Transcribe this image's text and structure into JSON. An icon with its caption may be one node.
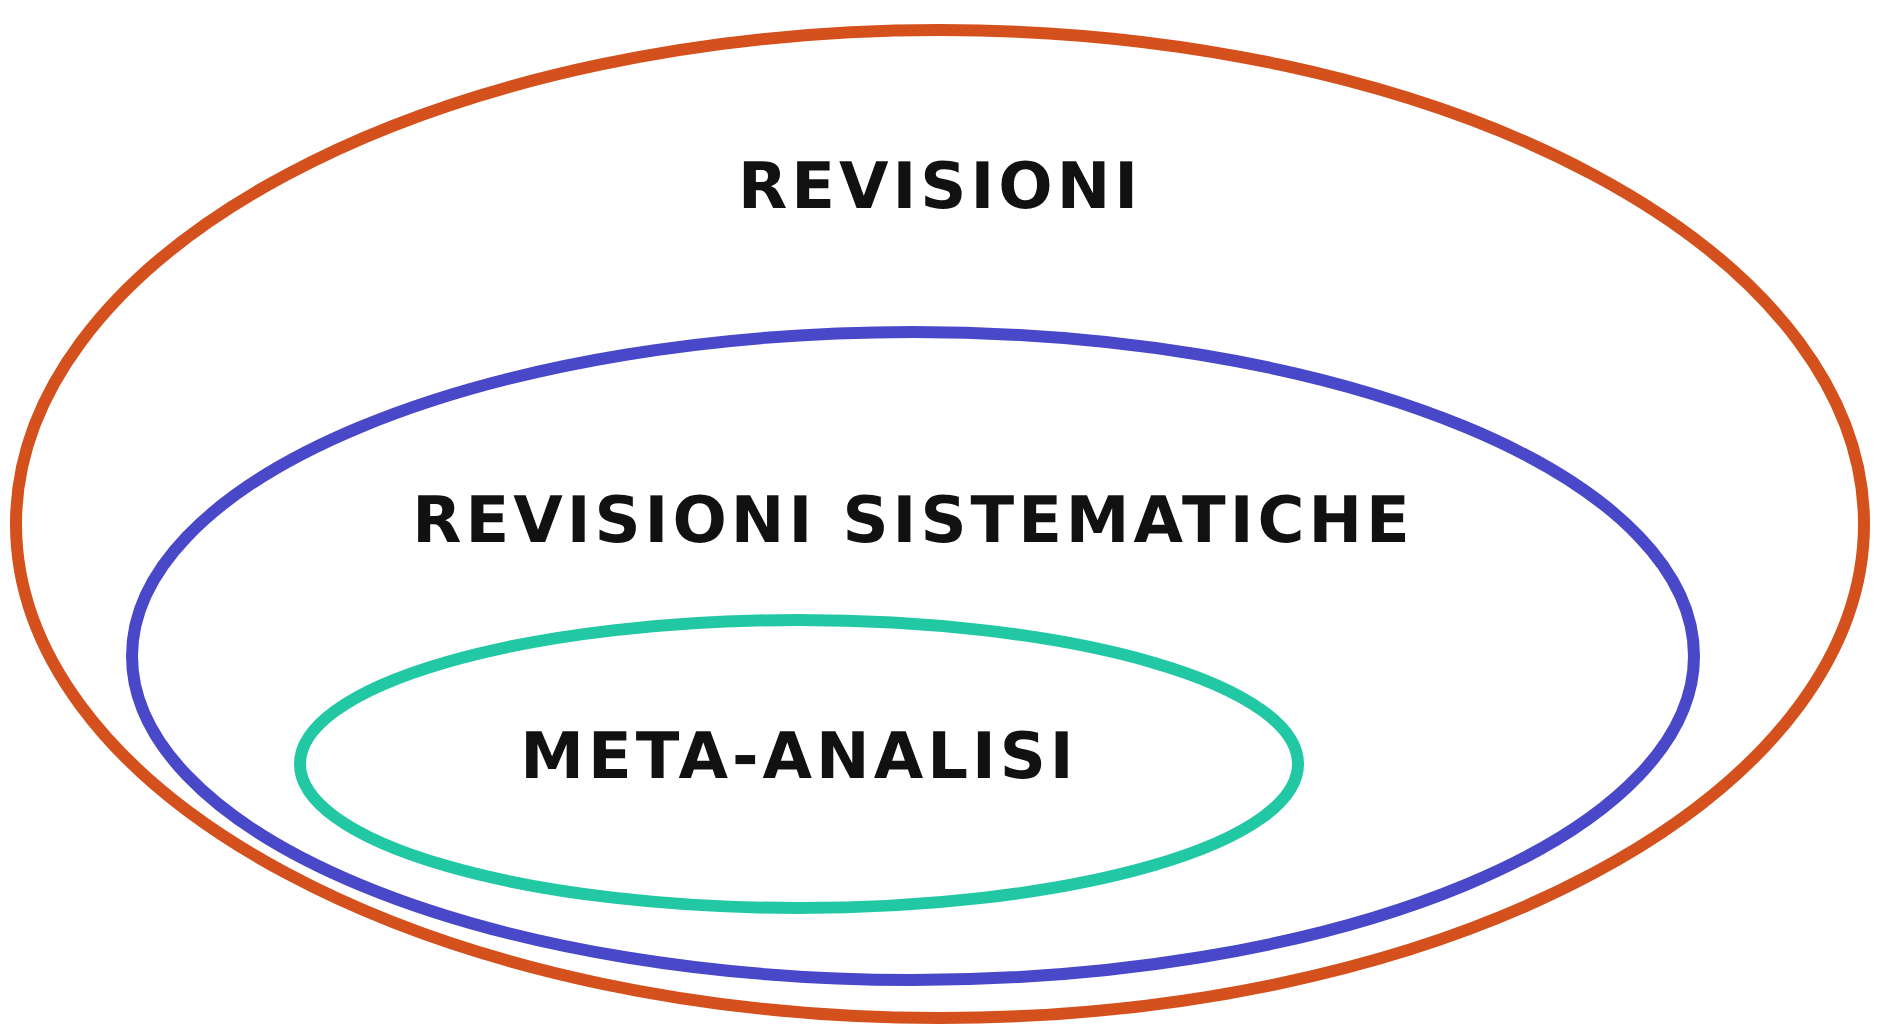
{
  "diagram": {
    "nodes": [
      {
        "text": [
          "REVISIONI"
        ]
      },
      {
        "text": [
          "REVISIONI SISTEMATICHE"
        ],
        "in": 0
      },
      {
        "text": [
          "META-ANALISI"
        ],
        "in": 1
      }
    ]
  }
}
